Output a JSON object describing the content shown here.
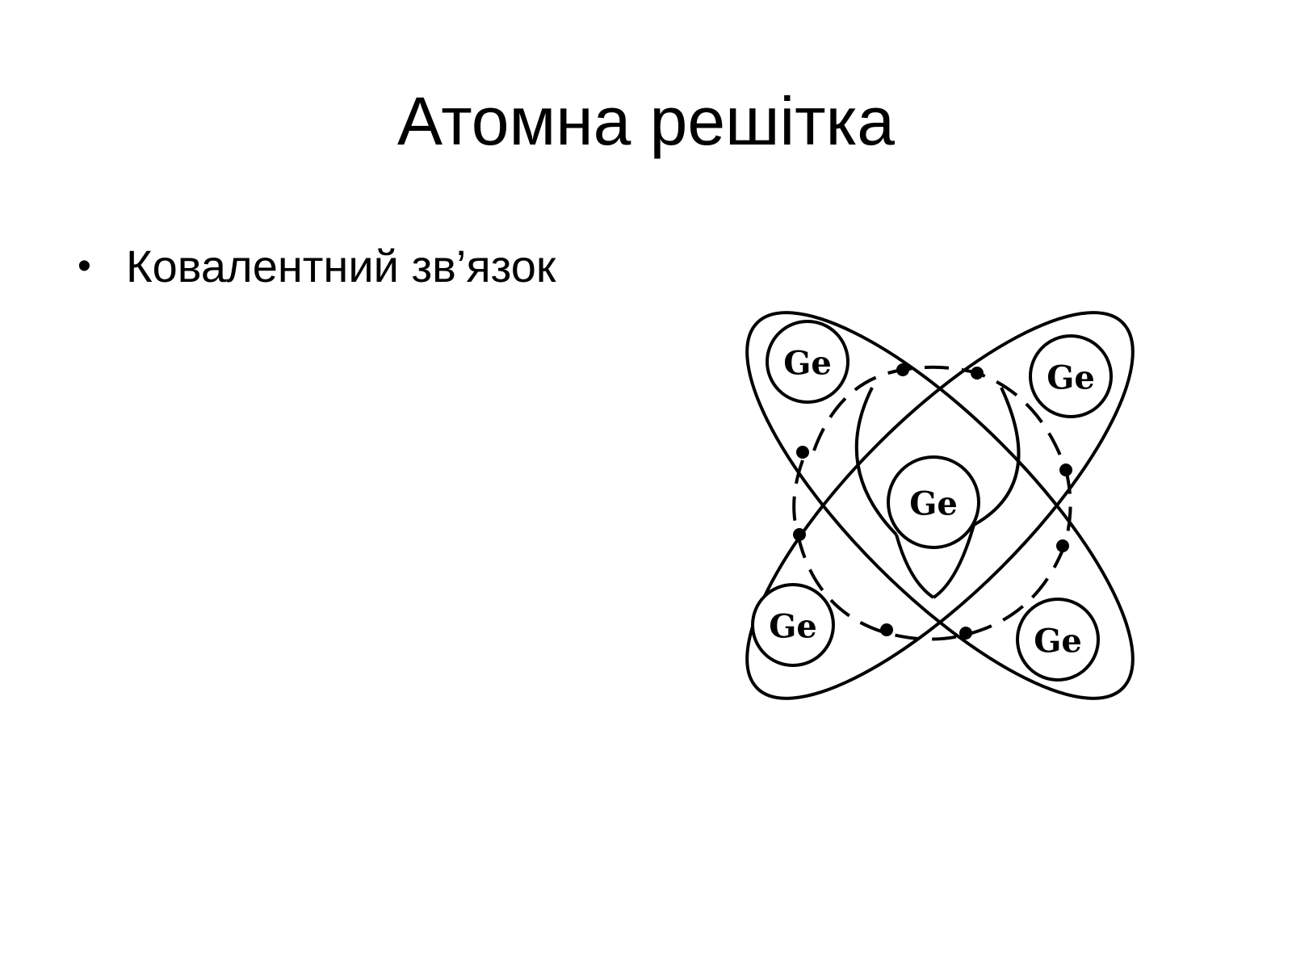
{
  "slide": {
    "title": "Атомна решітка",
    "bullets": [
      {
        "text": "Ковалентний зв’язок"
      }
    ]
  },
  "diagram": {
    "atoms": [
      {
        "label": "Ge",
        "position": "top-left"
      },
      {
        "label": "Ge",
        "position": "top-right"
      },
      {
        "label": "Ge",
        "position": "center"
      },
      {
        "label": "Ge",
        "position": "bottom-left"
      },
      {
        "label": "Ge",
        "position": "bottom-right"
      }
    ],
    "colors": {
      "line": "#000000",
      "background": "#ffffff"
    }
  }
}
